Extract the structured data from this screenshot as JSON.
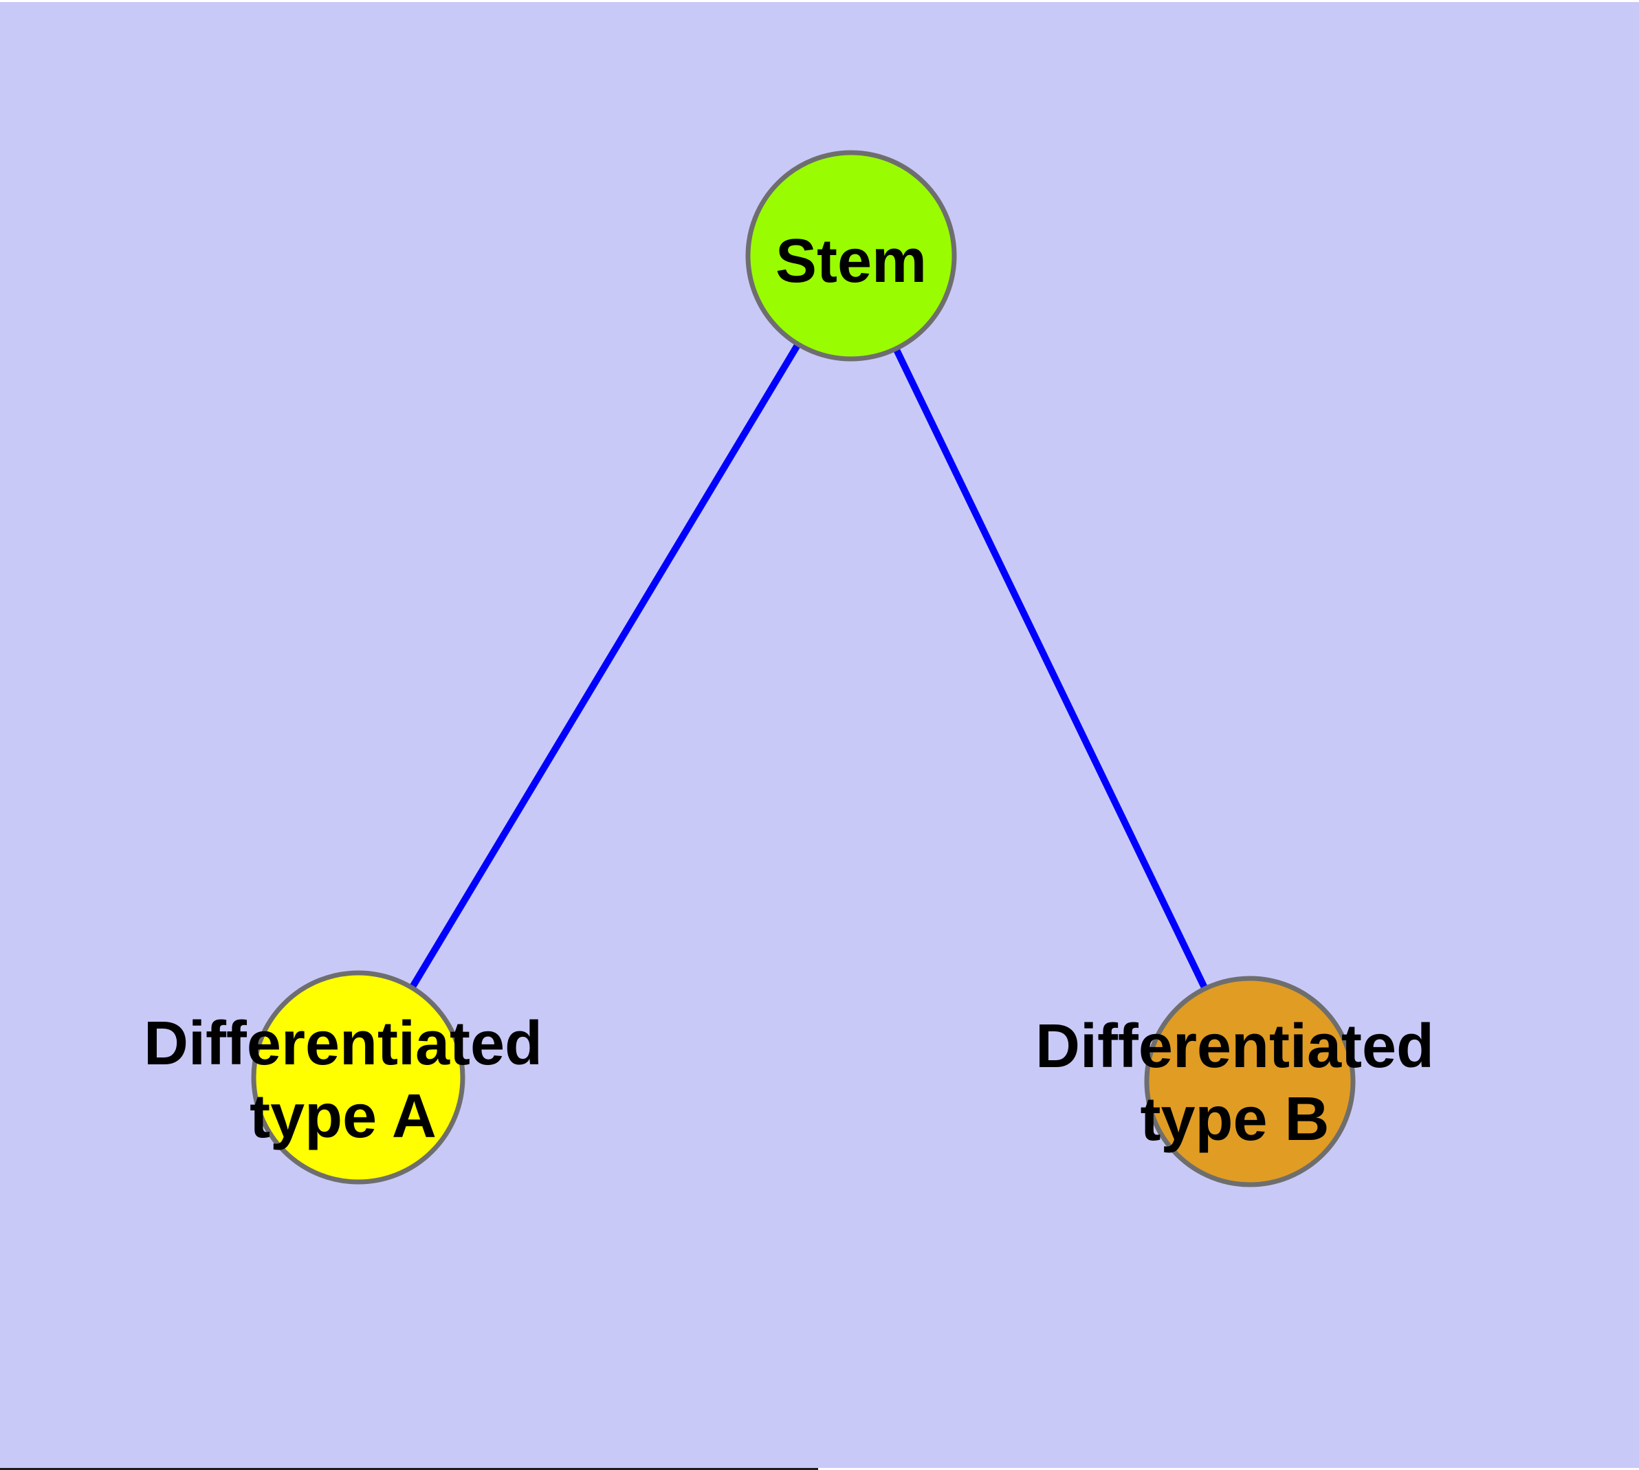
{
  "diagram": {
    "background_color": "#C9C9F8",
    "edge_color": "#0000FE",
    "node_border_color": "#6E6E6E",
    "label_color": "#000000",
    "nodes": [
      {
        "id": "stem",
        "label": "Stem",
        "fill_color": "#9AFC00"
      },
      {
        "id": "differentiated-type-a",
        "label_line1": "Differentiated",
        "label_line2": "type A",
        "fill_color": "#FFFF00"
      },
      {
        "id": "differentiated-type-b",
        "label_line1": "Differentiated",
        "label_line2": "type B",
        "fill_color": "#E19C24"
      }
    ],
    "edges": [
      {
        "from": "Stem",
        "to": "Differentiated type A"
      },
      {
        "from": "Stem",
        "to": "Differentiated type B"
      }
    ]
  }
}
